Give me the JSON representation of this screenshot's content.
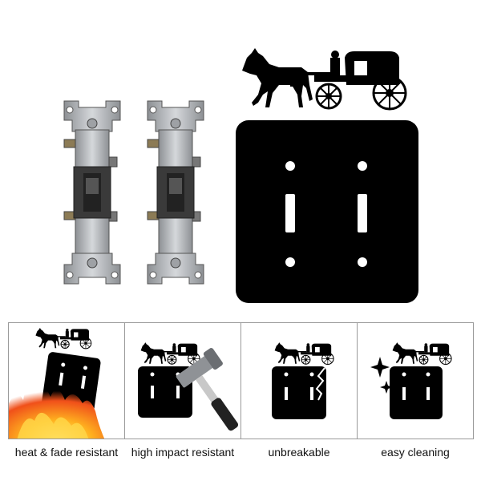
{
  "features": [
    {
      "id": "heat",
      "label": "heat & fade resistant"
    },
    {
      "id": "impact",
      "label": "high impact resistant"
    },
    {
      "id": "unbreakable",
      "label": "unbreakable"
    },
    {
      "id": "cleaning",
      "label": "easy cleaning"
    }
  ],
  "colors": {
    "plate": "#000000",
    "switch_metal": "#b9bcc0",
    "toggle": "#2b2b2b",
    "fire": "#f47b1f",
    "border": "#9a9a9a"
  },
  "icons": [
    "horse-buggy-silhouette",
    "light-switch",
    "flame",
    "hammer",
    "crack",
    "sparkle"
  ]
}
